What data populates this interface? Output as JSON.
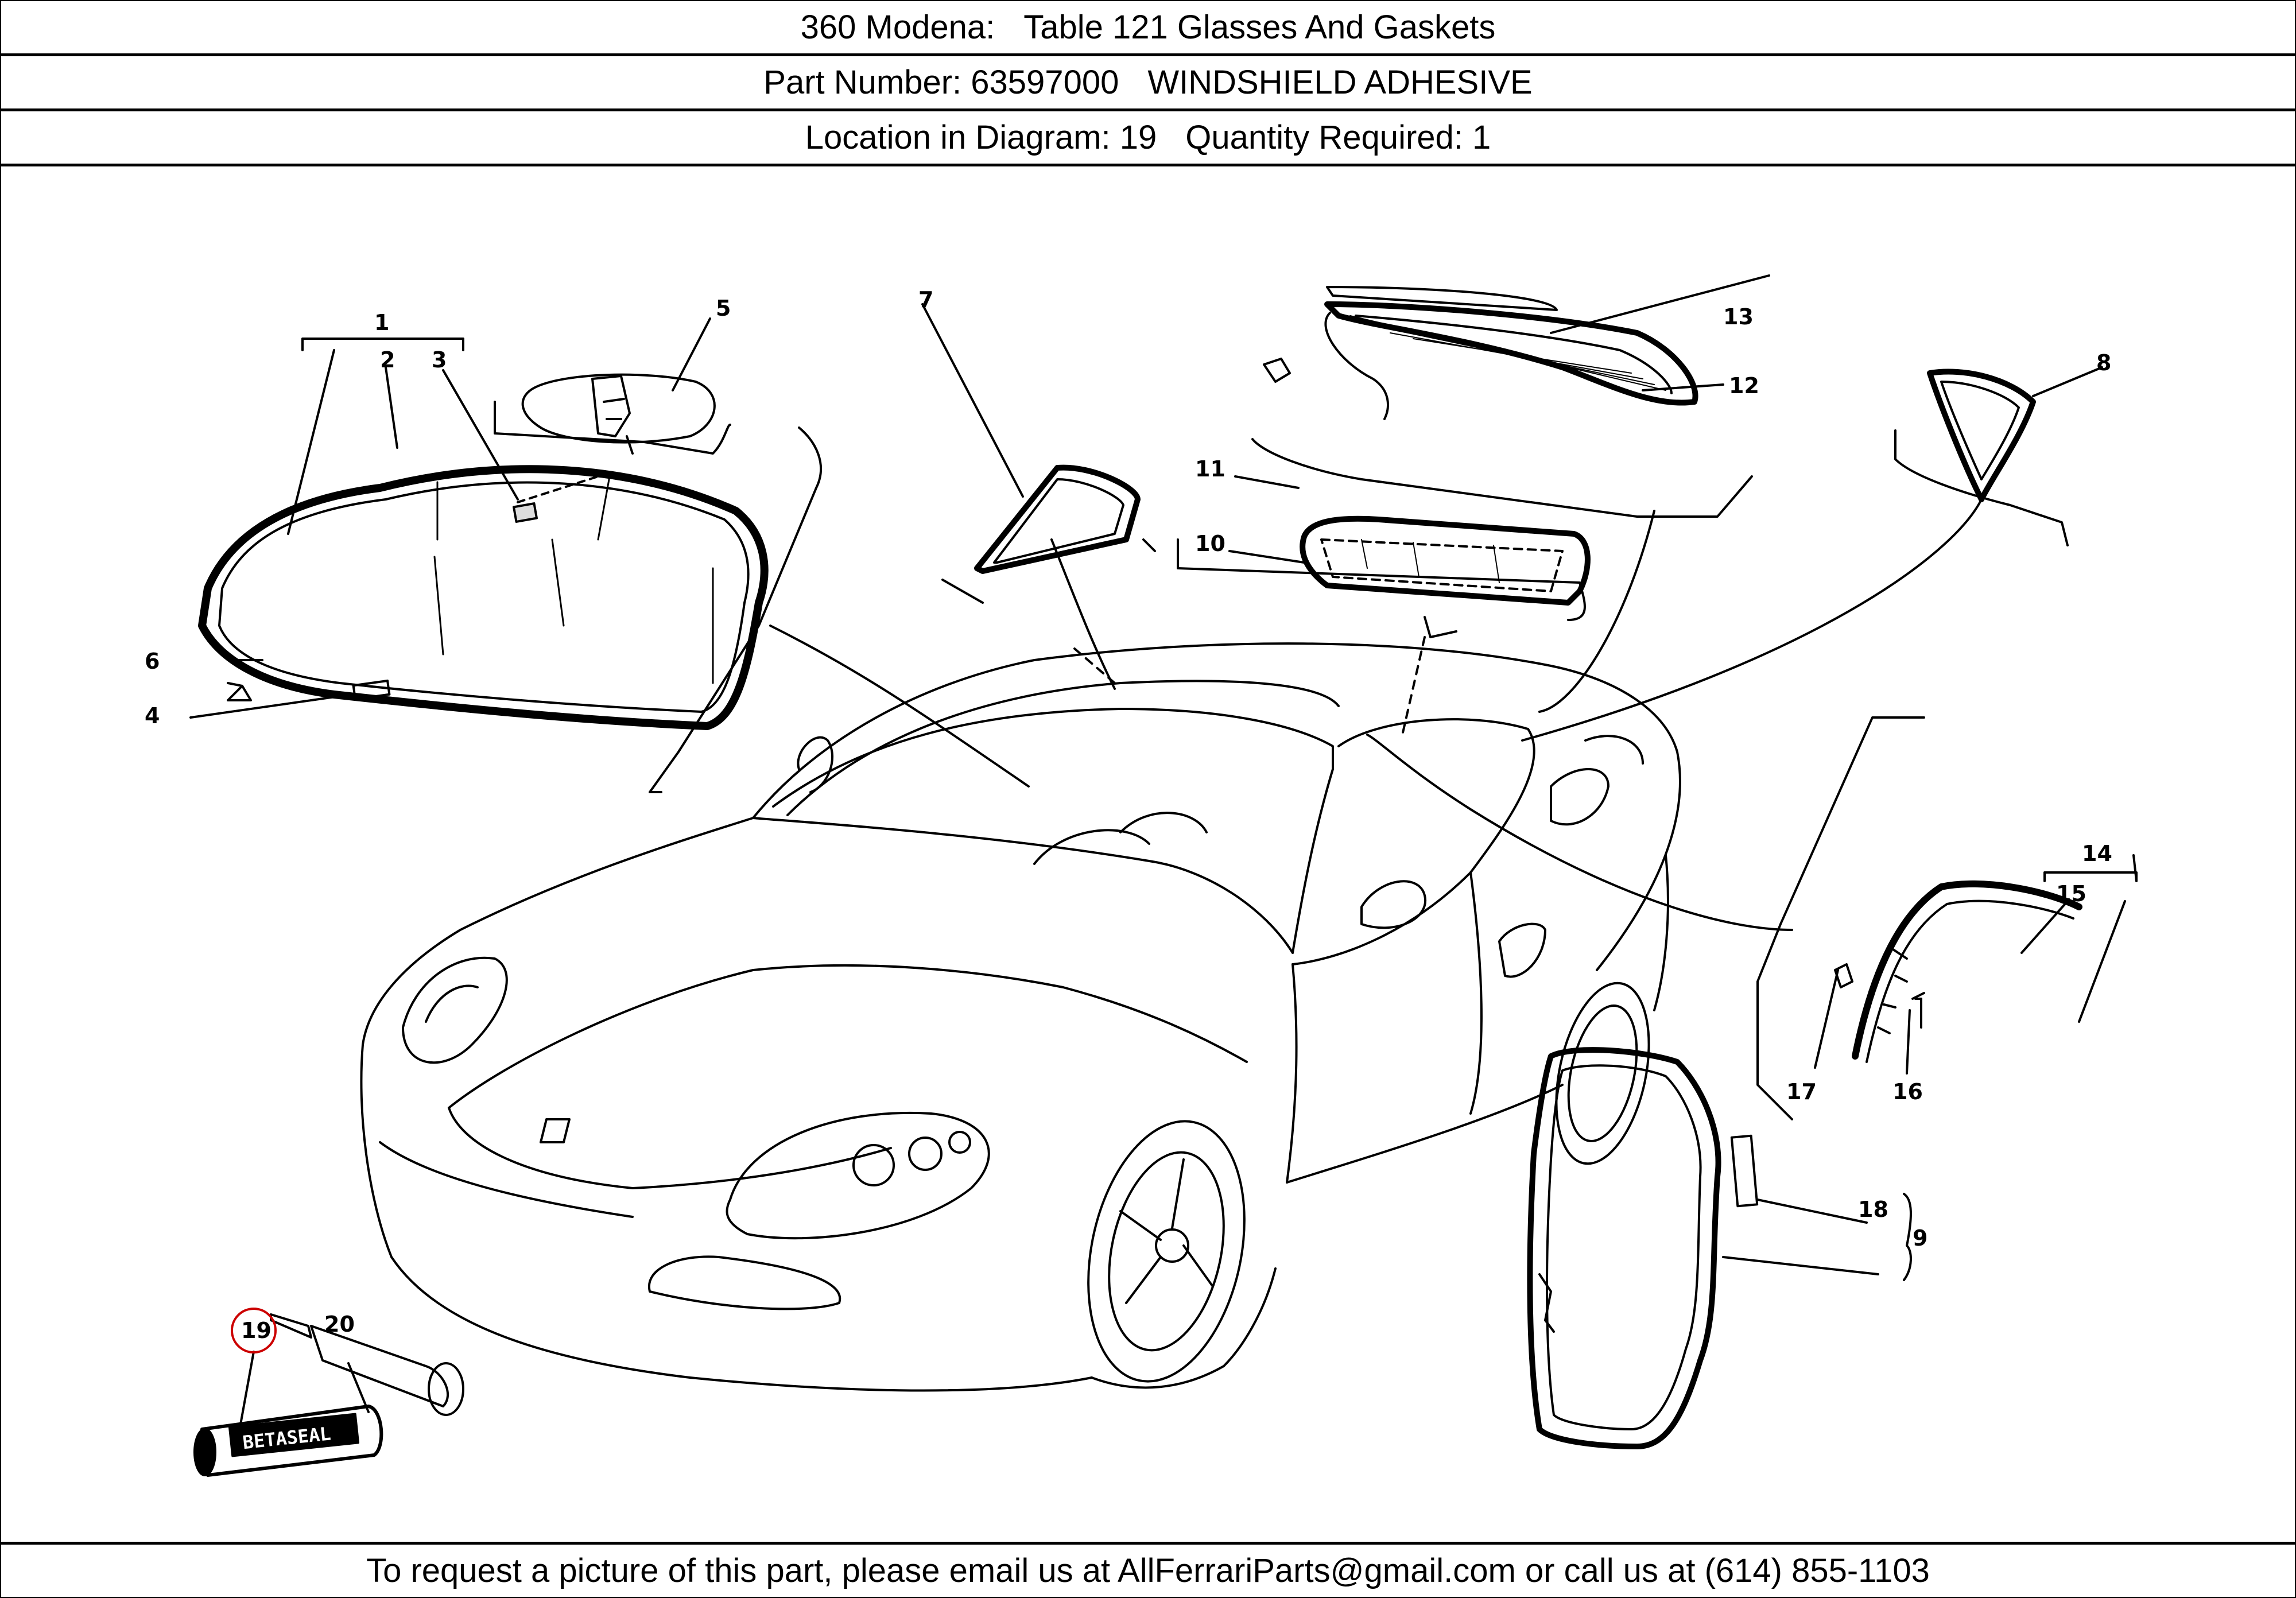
{
  "header": {
    "model": "360 Modena:",
    "table": "Table 121 Glasses And Gaskets",
    "part_number": "Part Number: 63597000",
    "part_name": "WINDSHIELD ADHESIVE",
    "location": "Location in Diagram: 19",
    "quantity": "Quantity Required: 1"
  },
  "diagram": {
    "highlight_color": "#cc0000",
    "highlighted_callout": "19",
    "callouts": [
      "1",
      "2",
      "3",
      "4",
      "5",
      "6",
      "7",
      "8",
      "9",
      "10",
      "11",
      "12",
      "13",
      "14",
      "15",
      "16",
      "17",
      "18",
      "19",
      "20"
    ],
    "tube_label": "BETASEAL"
  },
  "footer": {
    "text": "To request a picture of this part, please email us at AllFerrariParts@gmail.com or call us at (614) 855-1103"
  }
}
